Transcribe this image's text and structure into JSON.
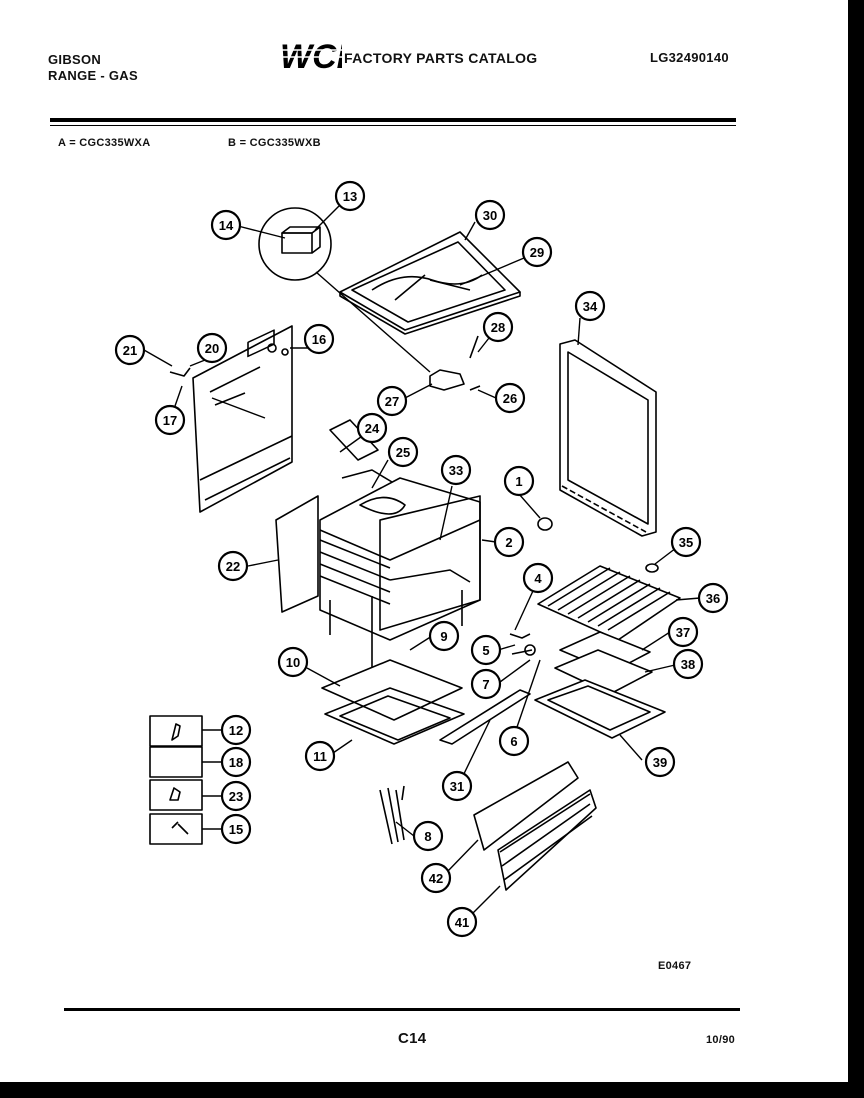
{
  "header": {
    "brand": "GIBSON",
    "product": "RANGE - GAS",
    "logo_text": "WCI",
    "catalog_title": "FACTORY PARTS CATALOG",
    "model_number": "LG32490140"
  },
  "variants": {
    "a": "A = CGC335WXA",
    "b": "B = CGC335WXB"
  },
  "diagram": {
    "callouts": [
      "1",
      "2",
      "4",
      "5",
      "6",
      "7",
      "8",
      "9",
      "10",
      "11",
      "12",
      "13",
      "14",
      "15",
      "16",
      "17",
      "18",
      "20",
      "21",
      "22",
      "23",
      "24",
      "25",
      "26",
      "27",
      "28",
      "29",
      "30",
      "31",
      "33",
      "34",
      "35",
      "36",
      "37",
      "38",
      "39",
      "41",
      "42"
    ],
    "diagram_code": "E0467"
  },
  "footer": {
    "page": "C14",
    "date": "10/90"
  }
}
